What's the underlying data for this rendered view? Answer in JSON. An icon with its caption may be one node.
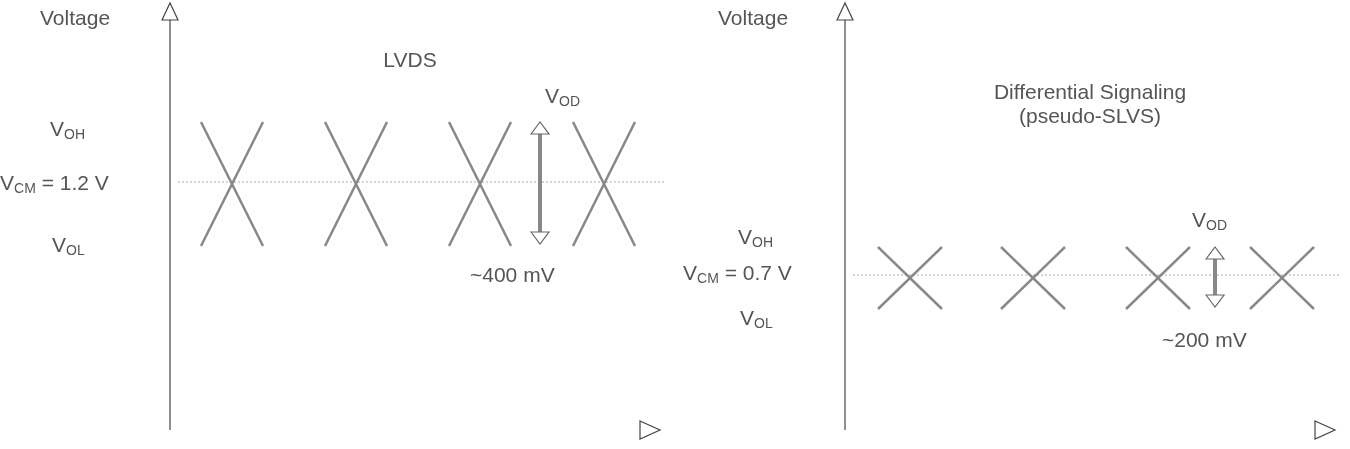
{
  "diagram": {
    "labels": [
      "Voltage",
      "LVDS",
      "V$_{OD}$",
      "V$_{OH}$",
      "V$_{CM}$ = 1.2 V",
      "V$_{OL}$",
      "~400 mV",
      "Voltage",
      "Differential Signaling (pseudo-SLVS)",
      "V$_{OD}$",
      "V$_{OH}$",
      "V$_{CM}$ = 0.7 V",
      "V$_{OL}$",
      "~200 mV"
    ]
  }
}
